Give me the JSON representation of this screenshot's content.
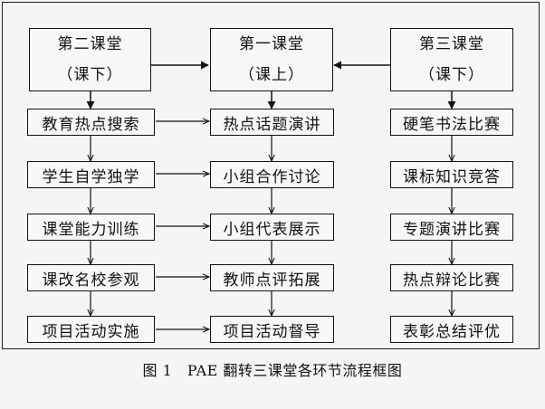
{
  "columns": [
    {
      "id": "second",
      "title": "第二课堂",
      "subtitle": "（课下）",
      "items": [
        "教育热点搜索",
        "学生自学独学",
        "课堂能力训练",
        "课改名校参观",
        "项目活动实施"
      ]
    },
    {
      "id": "first",
      "title": "第一课堂",
      "subtitle": "（课上）",
      "items": [
        "热点话题演讲",
        "小组合作讨论",
        "小组代表展示",
        "教师点评拓展",
        "项目活动督导"
      ]
    },
    {
      "id": "third",
      "title": "第三课堂",
      "subtitle": "（课下）",
      "items": [
        "硬笔书法比赛",
        "课标知识竞答",
        "专题演讲比赛",
        "热点辩论比赛",
        "表彰总结评优"
      ]
    }
  ],
  "caption": "图 1　PAE 翻转三课堂各环节流程框图"
}
